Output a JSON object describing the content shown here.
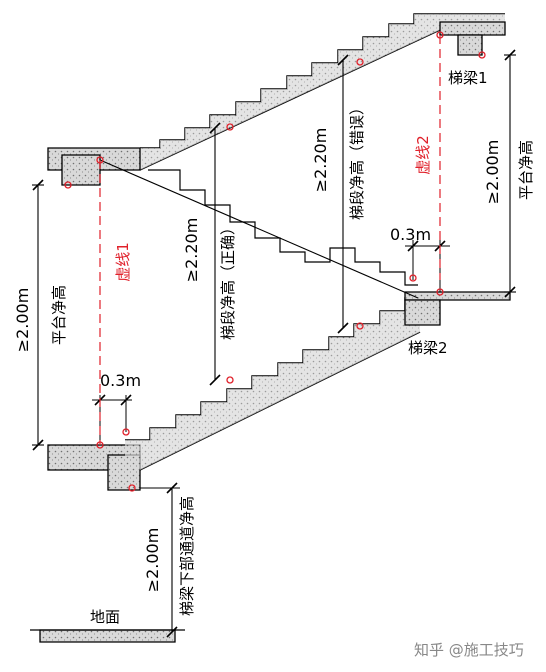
{
  "labels": {
    "beam1": "梯梁1",
    "beam2": "梯梁2",
    "dashed1": "虚线1",
    "dashed2": "虚线2",
    "ground": "地面",
    "platform_height": "平台净高",
    "platform_height_dim": "≥2.00m",
    "platform_height_right": "平台净高",
    "platform_height_right_dim": "≥2.00m",
    "stair_height_correct": "梯段净高（正确）",
    "stair_height_correct_dim": "≥2.20m",
    "stair_height_wrong": "梯段净高（错误）",
    "stair_height_wrong_dim": "≥2.20m",
    "offset_left": "0.3m",
    "offset_right": "0.3m",
    "under_beam": "梯梁下部通道净高",
    "under_beam_dim": "≥2.00m"
  },
  "watermark": "知乎 @施工技巧",
  "colors": {
    "line": "#000000",
    "accent": "#e0202a",
    "hatch": "#b8b8b8"
  }
}
